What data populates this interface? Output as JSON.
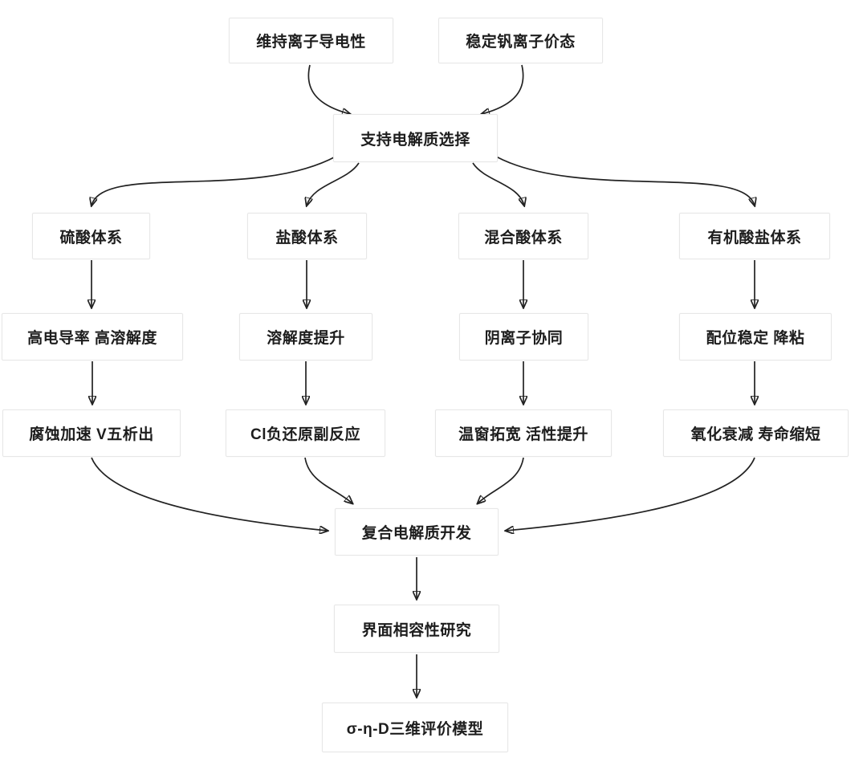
{
  "diagram": {
    "language": "zh-CN",
    "topic": "supporting electrolyte selection flowchart"
  },
  "nodes": {
    "goal_conductivity": {
      "label": "维持离子导电性"
    },
    "goal_valence": {
      "label": "稳定钒离子价态"
    },
    "selection": {
      "label": "支持电解质选择"
    },
    "sulfuric": {
      "label": "硫酸体系"
    },
    "hydrochloric": {
      "label": "盐酸体系"
    },
    "mixed": {
      "label": "混合酸体系"
    },
    "organic": {
      "label": "有机酸盐体系"
    },
    "sulfuric_pro": {
      "label": "高电导率 高溶解度"
    },
    "hydrochloric_pro": {
      "label": "溶解度提升"
    },
    "mixed_pro": {
      "label": "阴离子协同"
    },
    "organic_pro": {
      "label": "配位稳定 降粘"
    },
    "sulfuric_con": {
      "label": "腐蚀加速 V五析出"
    },
    "hydrochloric_con": {
      "label": "Cl负还原副反应"
    },
    "mixed_con": {
      "label": "温窗拓宽 活性提升"
    },
    "organic_con": {
      "label": "氧化衰减 寿命缩短"
    },
    "composite": {
      "label": "复合电解质开发"
    },
    "interface": {
      "label": "界面相容性研究"
    },
    "model": {
      "label": "σ-η-D三维评价模型"
    }
  },
  "edges": [
    {
      "from": "goal_conductivity",
      "to": "selection"
    },
    {
      "from": "goal_valence",
      "to": "selection"
    },
    {
      "from": "selection",
      "to": "sulfuric"
    },
    {
      "from": "selection",
      "to": "hydrochloric"
    },
    {
      "from": "selection",
      "to": "mixed"
    },
    {
      "from": "selection",
      "to": "organic"
    },
    {
      "from": "sulfuric",
      "to": "sulfuric_pro"
    },
    {
      "from": "hydrochloric",
      "to": "hydrochloric_pro"
    },
    {
      "from": "mixed",
      "to": "mixed_pro"
    },
    {
      "from": "organic",
      "to": "organic_pro"
    },
    {
      "from": "sulfuric_pro",
      "to": "sulfuric_con"
    },
    {
      "from": "hydrochloric_pro",
      "to": "hydrochloric_con"
    },
    {
      "from": "mixed_pro",
      "to": "mixed_con"
    },
    {
      "from": "organic_pro",
      "to": "organic_con"
    },
    {
      "from": "sulfuric_con",
      "to": "composite"
    },
    {
      "from": "hydrochloric_con",
      "to": "composite"
    },
    {
      "from": "mixed_con",
      "to": "composite"
    },
    {
      "from": "organic_con",
      "to": "composite"
    },
    {
      "from": "composite",
      "to": "interface"
    },
    {
      "from": "interface",
      "to": "model"
    }
  ],
  "colors": {
    "background": "#ffffff",
    "node_fill": "#ffffff",
    "node_border": "#e7e7e7",
    "arrow": "#222222",
    "text": "#1d1d1d"
  }
}
